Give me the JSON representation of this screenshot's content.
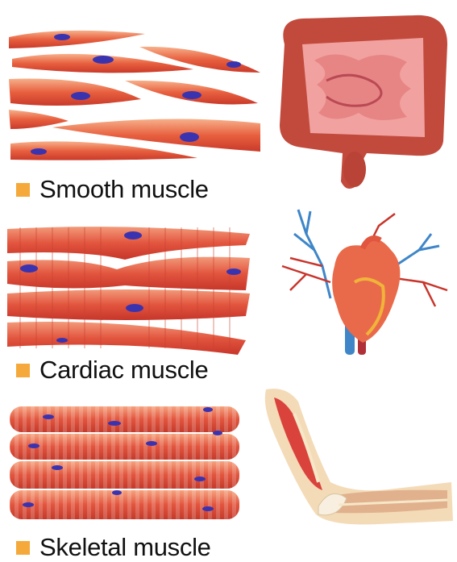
{
  "sections": [
    {
      "label": "Smooth muscle",
      "tissue_icon": "smooth-muscle-cells-illustration",
      "organ_icon": "intestines-illustration"
    },
    {
      "label": "Cardiac muscle",
      "tissue_icon": "cardiac-muscle-fibers-illustration",
      "organ_icon": "heart-illustration"
    },
    {
      "label": "Skeletal muscle",
      "tissue_icon": "skeletal-muscle-fibers-illustration",
      "organ_icon": "arm-muscle-illustration"
    }
  ],
  "colors": {
    "bullet": "#f4a93a",
    "muscle": "#e0533a",
    "muscle_light": "#f6a27e",
    "nucleus": "#3a33b0",
    "vein": "#3f86c8",
    "artery": "#c8352c"
  }
}
